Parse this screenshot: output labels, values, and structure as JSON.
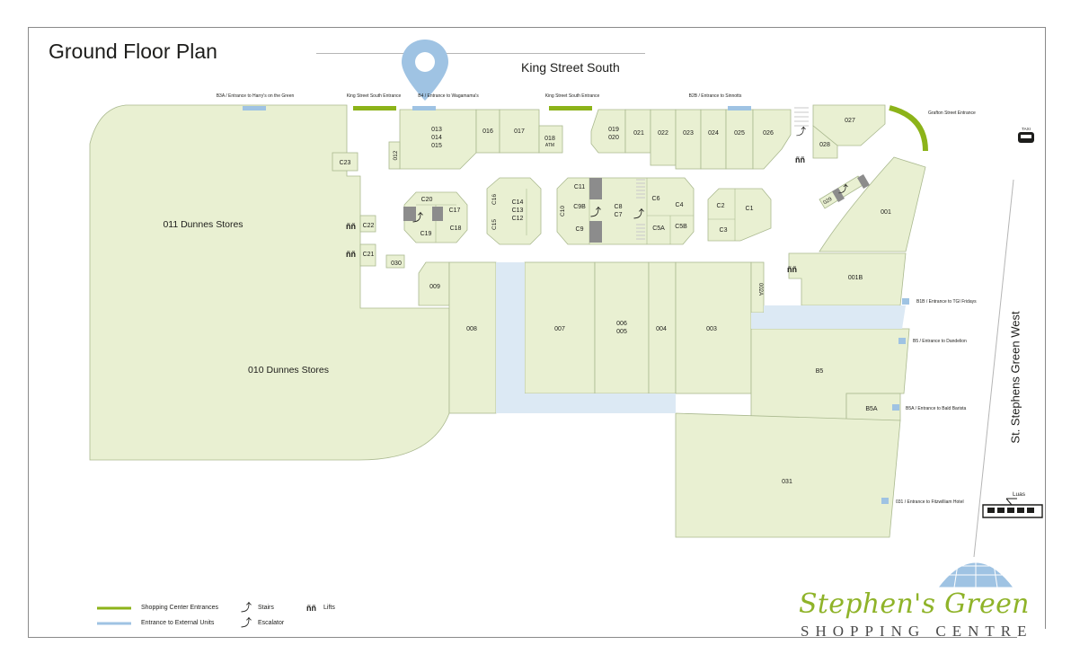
{
  "map": {
    "title": "Ground Floor Plan",
    "street_north": "King Street South",
    "street_east": "St. Stephens Green West"
  },
  "entrances": [
    {
      "label": "B3A / Entrance to Harry's on the Green",
      "kind": "external"
    },
    {
      "label": "King Street South Entrance",
      "kind": "shopping"
    },
    {
      "label": "B4 / Entrance to Wagamama's",
      "kind": "external"
    },
    {
      "label": "King Street South Entrance",
      "kind": "shopping"
    },
    {
      "label": "B2B / Entrance to Sinnotts",
      "kind": "external"
    },
    {
      "label": "Grafton Street Entrance",
      "kind": "shopping"
    },
    {
      "label": "B1B / Entrance to TGI Fridays",
      "kind": "external"
    },
    {
      "label": "B5 / Entrance to Dandelion",
      "kind": "external"
    },
    {
      "label": "B5A / Entrance to Bald Barista",
      "kind": "external"
    },
    {
      "label": "031 / Entrance to Fitzwilliam Hotel",
      "kind": "external"
    }
  ],
  "units": {
    "u011": "011 Dunnes Stores",
    "u010": "010 Dunnes Stores",
    "u013": "013",
    "u014": "014",
    "u015": "015",
    "u016": "016",
    "u017": "017",
    "u018": "018",
    "atm": "ATM",
    "u019": "019",
    "u020": "020",
    "u021": "021",
    "u022": "022",
    "u023": "023",
    "u024": "024",
    "u025": "025",
    "u026": "026",
    "u027": "027",
    "u028": "028",
    "u012": "012",
    "c23": "C23",
    "c22": "C22",
    "c21": "C21",
    "u030": "030",
    "c20": "C20",
    "c17": "C17",
    "c19": "C19",
    "c18": "C18",
    "c16": "C16",
    "c15": "C15",
    "c14": "C14",
    "c13": "C13",
    "c12": "C12",
    "c11": "C11",
    "c10": "C10",
    "c9b": "C9B",
    "c9": "C9",
    "c8": "C8",
    "c7": "C7",
    "c6": "C6",
    "c4": "C4",
    "c5a": "C5A",
    "c5b": "C5B",
    "c2": "C2",
    "c1": "C1",
    "c3": "C3",
    "u029": "029",
    "u001": "001",
    "u001b": "001B",
    "u002a": "002A",
    "u009": "009",
    "u008": "008",
    "u007": "007",
    "u006": "006",
    "u005": "005",
    "u004": "004",
    "u003": "003",
    "b5": "B5",
    "b5a": "B5A",
    "u031": "031"
  },
  "legend": {
    "shopping_entrances": "Shopping Center Entrances",
    "external_entrances": "Entrance to External Units",
    "stairs": "Stairs",
    "escalator": "Escalator",
    "lifts": "Lifts"
  },
  "icons": {
    "taxi": "TAXI",
    "luas": "Luas"
  },
  "logo": {
    "line1": "Stephen's Green",
    "line2": "Shopping Centre"
  },
  "colors": {
    "unit_fill": "#e9f0d2",
    "outline": "#aab98f",
    "plaza_blue": "#dce9f4",
    "shopping_entrance": "#8cb319",
    "external_entrance": "#9fc3e3",
    "location_pin": "#9fc3e3"
  }
}
